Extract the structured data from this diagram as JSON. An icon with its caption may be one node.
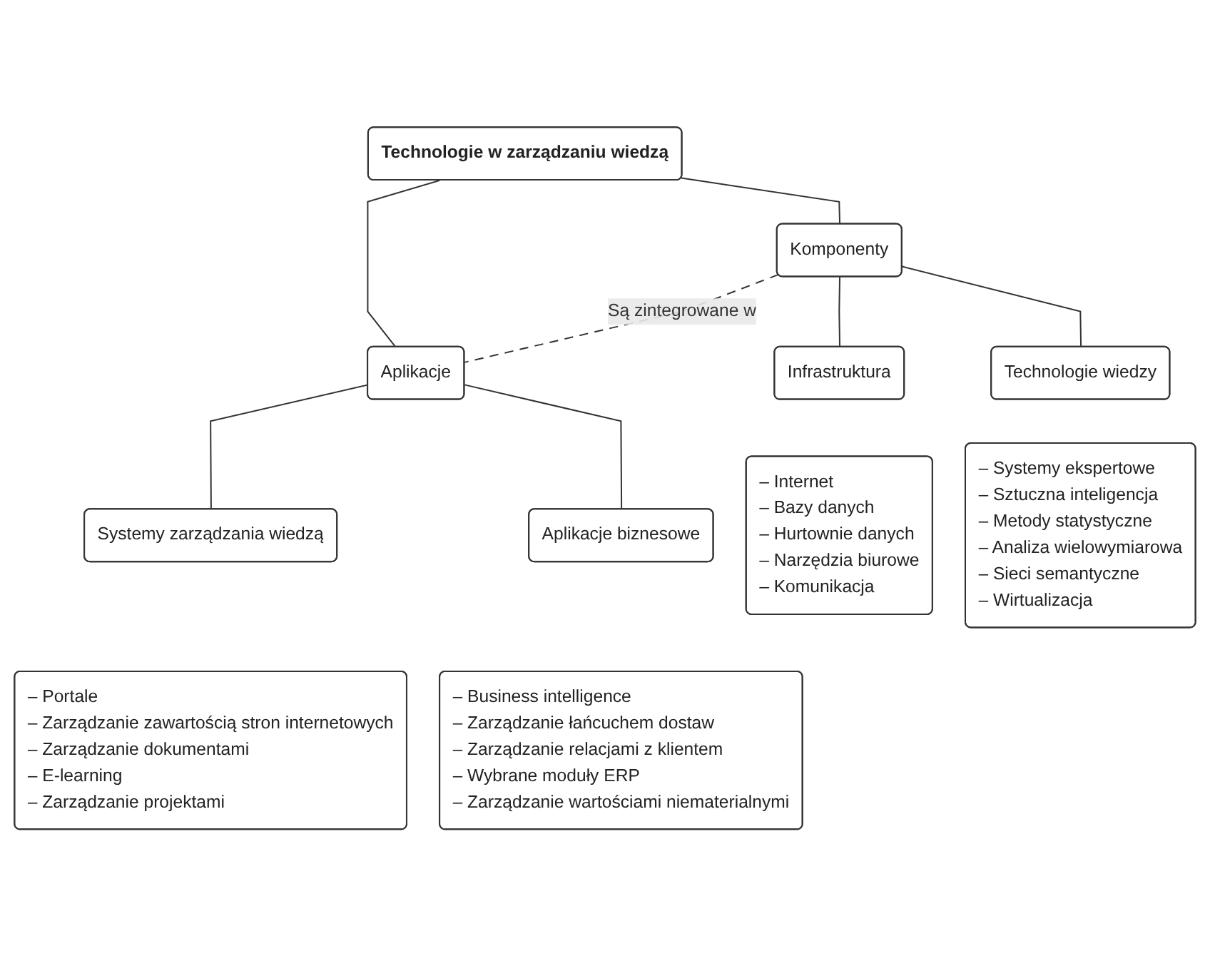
{
  "diagram": {
    "nodes": [
      {
        "text": [
          "Technologie w zarządzaniu wiedzą"
        ]
      },
      {
        "text": [
          "Komponenty"
        ]
      },
      {
        "text": [
          "Aplikacje"
        ]
      },
      {
        "text": [
          "Infrastruktura"
        ]
      },
      {
        "text": [
          "Technologie wiedzy"
        ]
      },
      {
        "text": [
          "Systemy zarządzania wiedzą"
        ]
      },
      {
        "text": [
          "Aplikacje biznesowe"
        ]
      },
      {
        "text": [
          "– Internet",
          "– Bazy danych",
          "– Hurtownie danych",
          "– Narzędzia biurowe",
          "– Komunikacja"
        ]
      },
      {
        "text": [
          "– Systemy ekspertowe",
          "– Sztuczna inteligencja",
          "– Metody statystyczne",
          "– Analiza wielowymiarowa",
          "– Sieci semantyczne",
          "– Wirtualizacja"
        ]
      },
      {
        "text": [
          "– Portale",
          "– Zarządzanie zawartością stron internetowych",
          "– Zarządzanie dokumentami",
          "– E-learning",
          "– Zarządzanie projektami"
        ]
      },
      {
        "text": [
          "– Business intelligence",
          "– Zarządzanie łańcuchem dostaw",
          "– Zarządzanie relacjami z klientem",
          "– Wybrane moduły ERP",
          "– Zarządzanie wartościami niematerialnymi"
        ]
      }
    ],
    "edges": [
      {
        "from": 0,
        "to": 1,
        "arrow": "none"
      },
      {
        "from": 0,
        "to": 2,
        "arrow": "none"
      },
      {
        "from": 1,
        "to": 2,
        "arrow": "none",
        "style": "dashed",
        "label": "Są zintegrowane w"
      },
      {
        "from": 1,
        "to": 3,
        "arrow": "none"
      },
      {
        "from": 1,
        "to": 4,
        "arrow": "none"
      },
      {
        "from": 2,
        "to": 5,
        "arrow": "none"
      },
      {
        "from": 2,
        "to": 6,
        "arrow": "none"
      }
    ]
  }
}
